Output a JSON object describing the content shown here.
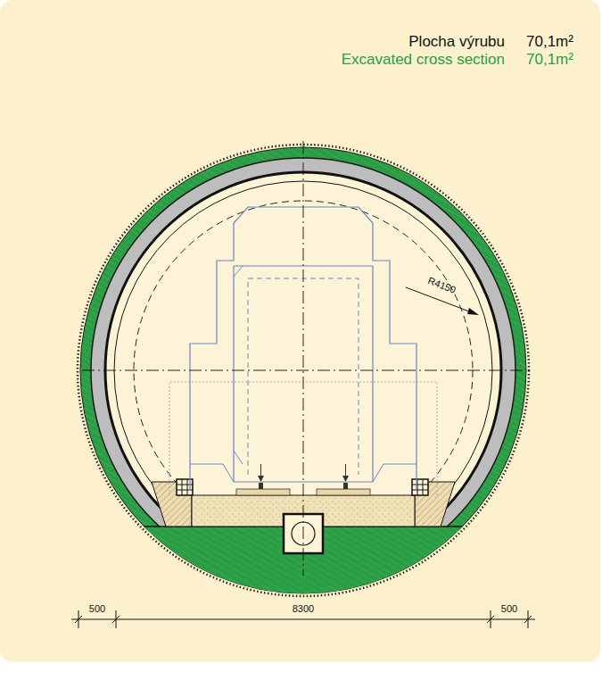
{
  "diagram": {
    "labels": [
      "Plocha výrubu",
      "70,1m²",
      "Excavated cross section",
      "70,1m²",
      "R4150",
      "500",
      "8300",
      "500"
    ]
  }
}
